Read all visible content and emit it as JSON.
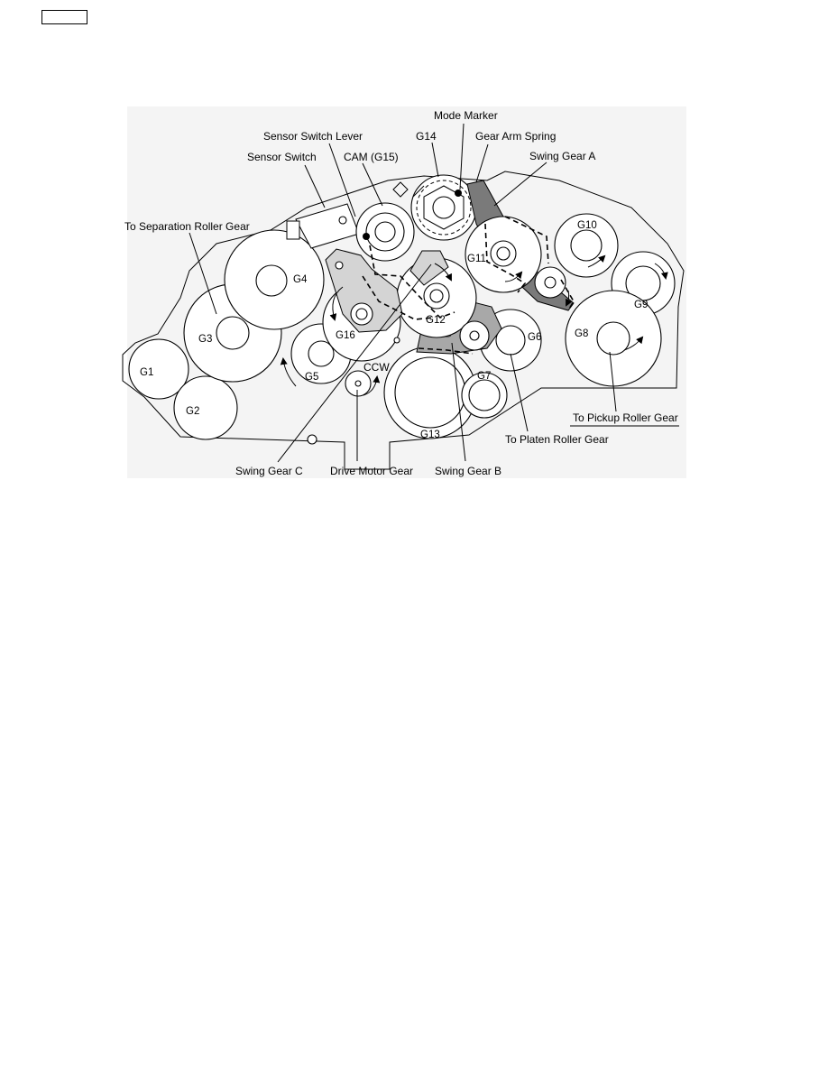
{
  "figure": {
    "callouts": {
      "mode_marker": "Mode Marker",
      "sensor_switch_lever": "Sensor Switch Lever",
      "g14": "G14",
      "gear_arm_spring": "Gear Arm Spring",
      "swing_gear_a": "Swing Gear A",
      "sensor_switch": "Sensor Switch",
      "cam_g15": "CAM (G15)",
      "to_separation_roller_gear": "To Separation Roller Gear",
      "swing_gear_c": "Swing Gear C",
      "drive_motor_gear": "Drive Motor Gear",
      "swing_gear_b": "Swing Gear B",
      "to_platen_roller_gear": "To Platen Roller Gear",
      "to_pickup_roller_gear": "To Pickup Roller Gear",
      "ccw": "CCW"
    },
    "gear_labels": {
      "g1": "G1",
      "g2": "G2",
      "g3": "G3",
      "g4": "G4",
      "g5": "G5",
      "g6": "G6",
      "g7": "G7",
      "g8": "G8",
      "g9": "G9",
      "g10": "G10",
      "g11": "G11",
      "g12": "G12",
      "g13": "G13",
      "g16": "G16"
    }
  }
}
